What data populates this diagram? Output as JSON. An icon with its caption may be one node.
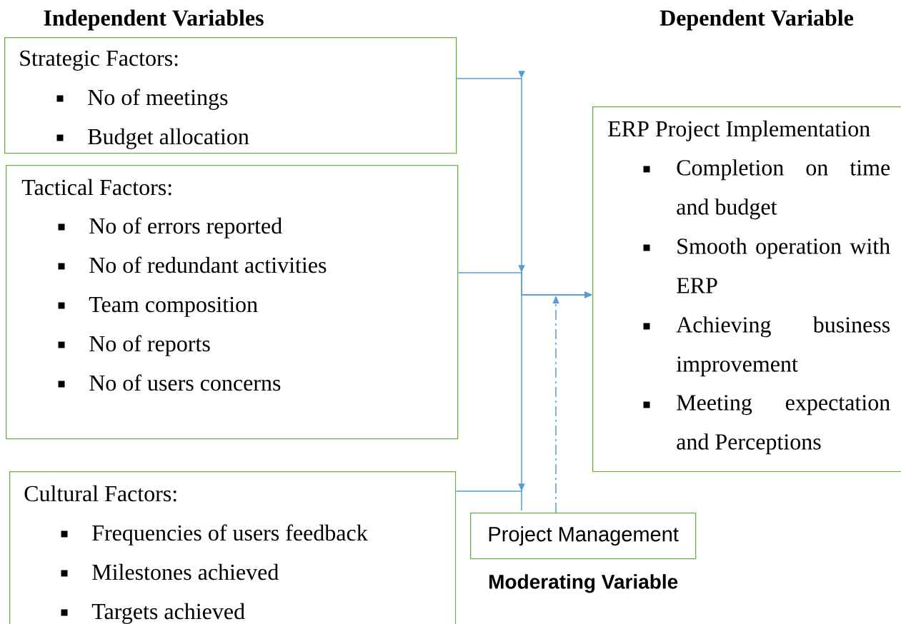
{
  "diagram": {
    "nodes": [
      {
        "text": [
          "Strategic Factors:",
          "No of meetings",
          "Budget allocation"
        ]
      },
      {
        "text": [
          "Tactical Factors:",
          "No of errors reported",
          "No of redundant activities",
          "Team composition",
          "No of reports",
          "No of users concerns"
        ]
      },
      {
        "text": [
          "Cultural Factors:",
          "Frequencies of users feedback",
          "Milestones achieved",
          "Targets achieved"
        ]
      },
      {
        "text": [
          "ERP Project Implementation",
          "Completion on time and budget",
          "Smooth operation with ERP",
          "Achieving business improvement",
          "Meeting expectation and Perceptions"
        ]
      },
      {
        "text": [
          "Project Management"
        ],
        "beside": [
          "Moderating Variable"
        ]
      }
    ],
    "edges": [
      {
        "from": 0,
        "to": 3,
        "arrow": "to"
      },
      {
        "from": 1,
        "to": 3,
        "arrow": "to"
      },
      {
        "from": 2,
        "to": 3,
        "arrow": "to"
      },
      {
        "from": 4,
        "to": 3,
        "arrow": "to",
        "style": "dashed"
      }
    ],
    "labels": [
      "Independent Variables",
      "Dependent Variable"
    ]
  }
}
